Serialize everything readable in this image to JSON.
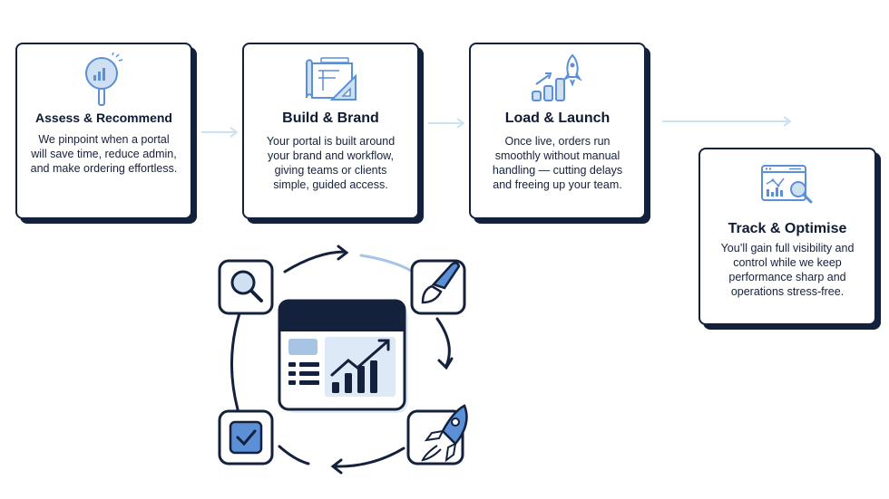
{
  "steps": [
    {
      "title": "Assess & Recommend",
      "body": "We pinpoint when a portal will save time, reduce admin, and make ordering effortless.",
      "icon": "magnifier-chart-icon"
    },
    {
      "title": "Build & Brand",
      "body": "Your portal is built around your brand and workflow, giving teams or clients simple, guided access.",
      "icon": "blueprint-tools-icon"
    },
    {
      "title": "Load & Launch",
      "body": "Once live, orders run smoothly without manual handling — cutting delays and freeing up your team.",
      "icon": "rocket-growth-icon"
    },
    {
      "title": "Track & Optimise",
      "body": "You’ll gain full visibility and control while we keep performance sharp and operations stress-free.",
      "icon": "dashboard-magnifier-icon"
    }
  ],
  "colors": {
    "navy": "#14213d",
    "accent_blue": "#5b8fd6",
    "light_blue": "#cfe0f3",
    "connector": "#c9e3f2"
  },
  "cycle_icons": [
    "search-icon",
    "paintbrush-icon",
    "rocket-icon",
    "checkbox-icon",
    "dashboard-chart-icon"
  ]
}
